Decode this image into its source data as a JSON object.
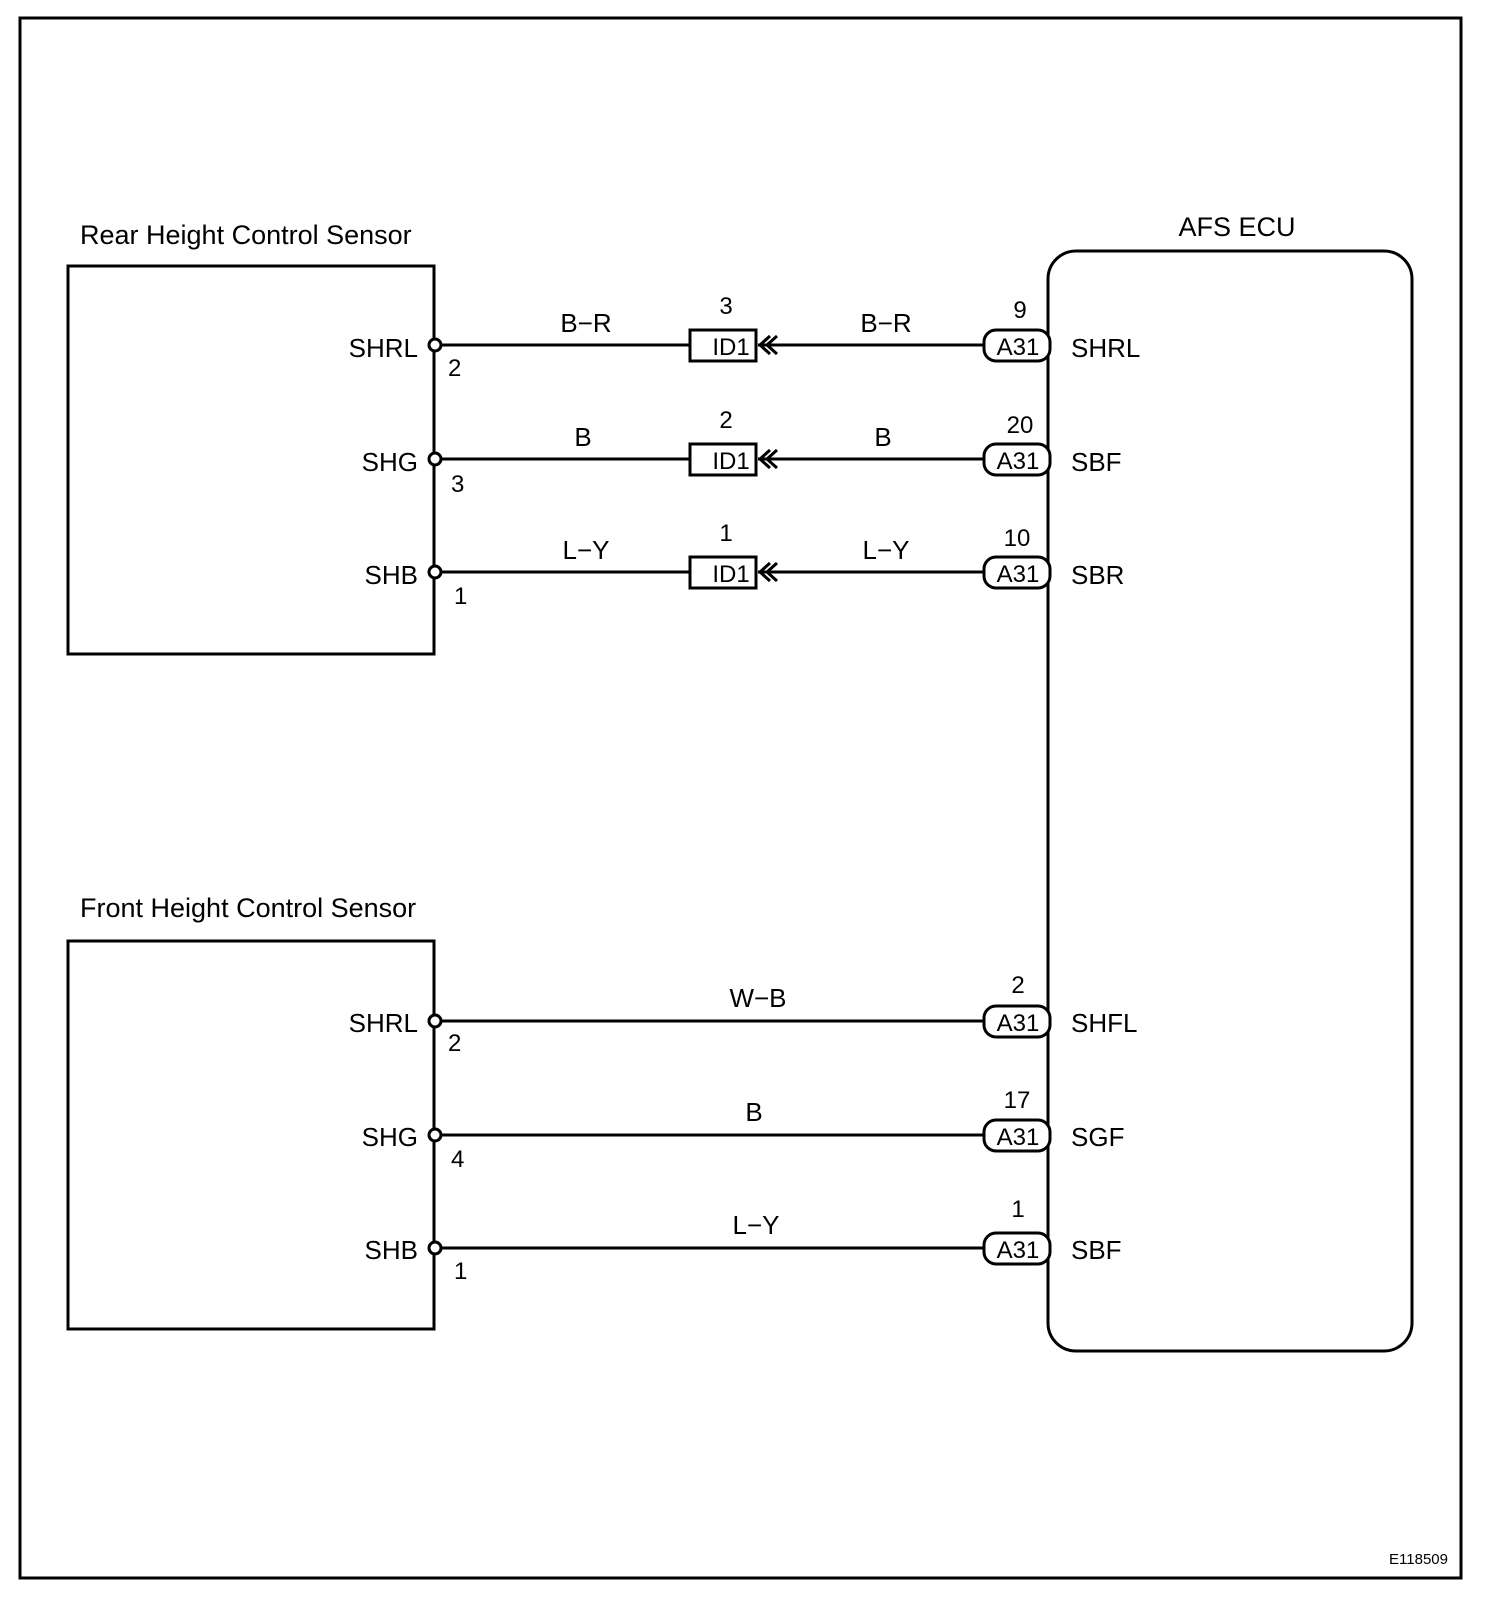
{
  "rear_sensor": {
    "title": "Rear Height Control Sensor",
    "pins": [
      {
        "name": "SHRL",
        "number": "2"
      },
      {
        "name": "SHG",
        "number": "3"
      },
      {
        "name": "SHB",
        "number": "1"
      }
    ]
  },
  "front_sensor": {
    "title": "Front Height Control Sensor",
    "pins": [
      {
        "name": "SHRL",
        "number": "2"
      },
      {
        "name": "SHG",
        "number": "4"
      },
      {
        "name": "SHB",
        "number": "1"
      }
    ]
  },
  "ecu": {
    "title": "AFS ECU",
    "connector": "A31",
    "pins": [
      {
        "number": "9",
        "name": "SHRL"
      },
      {
        "number": "20",
        "name": "SBF"
      },
      {
        "number": "10",
        "name": "SBR"
      },
      {
        "number": "2",
        "name": "SHFL"
      },
      {
        "number": "17",
        "name": "SGF"
      },
      {
        "number": "1",
        "name": "SBF"
      }
    ]
  },
  "junction": {
    "connector": "ID1",
    "pins": [
      "3",
      "2",
      "1"
    ]
  },
  "wires": {
    "rear": [
      {
        "left": "B−R",
        "right": "B−R"
      },
      {
        "left": "B",
        "right": "B"
      },
      {
        "left": "L−Y",
        "right": "L−Y"
      }
    ],
    "front": [
      "W−B",
      "B",
      "L−Y"
    ]
  },
  "figure_code": "E118509"
}
